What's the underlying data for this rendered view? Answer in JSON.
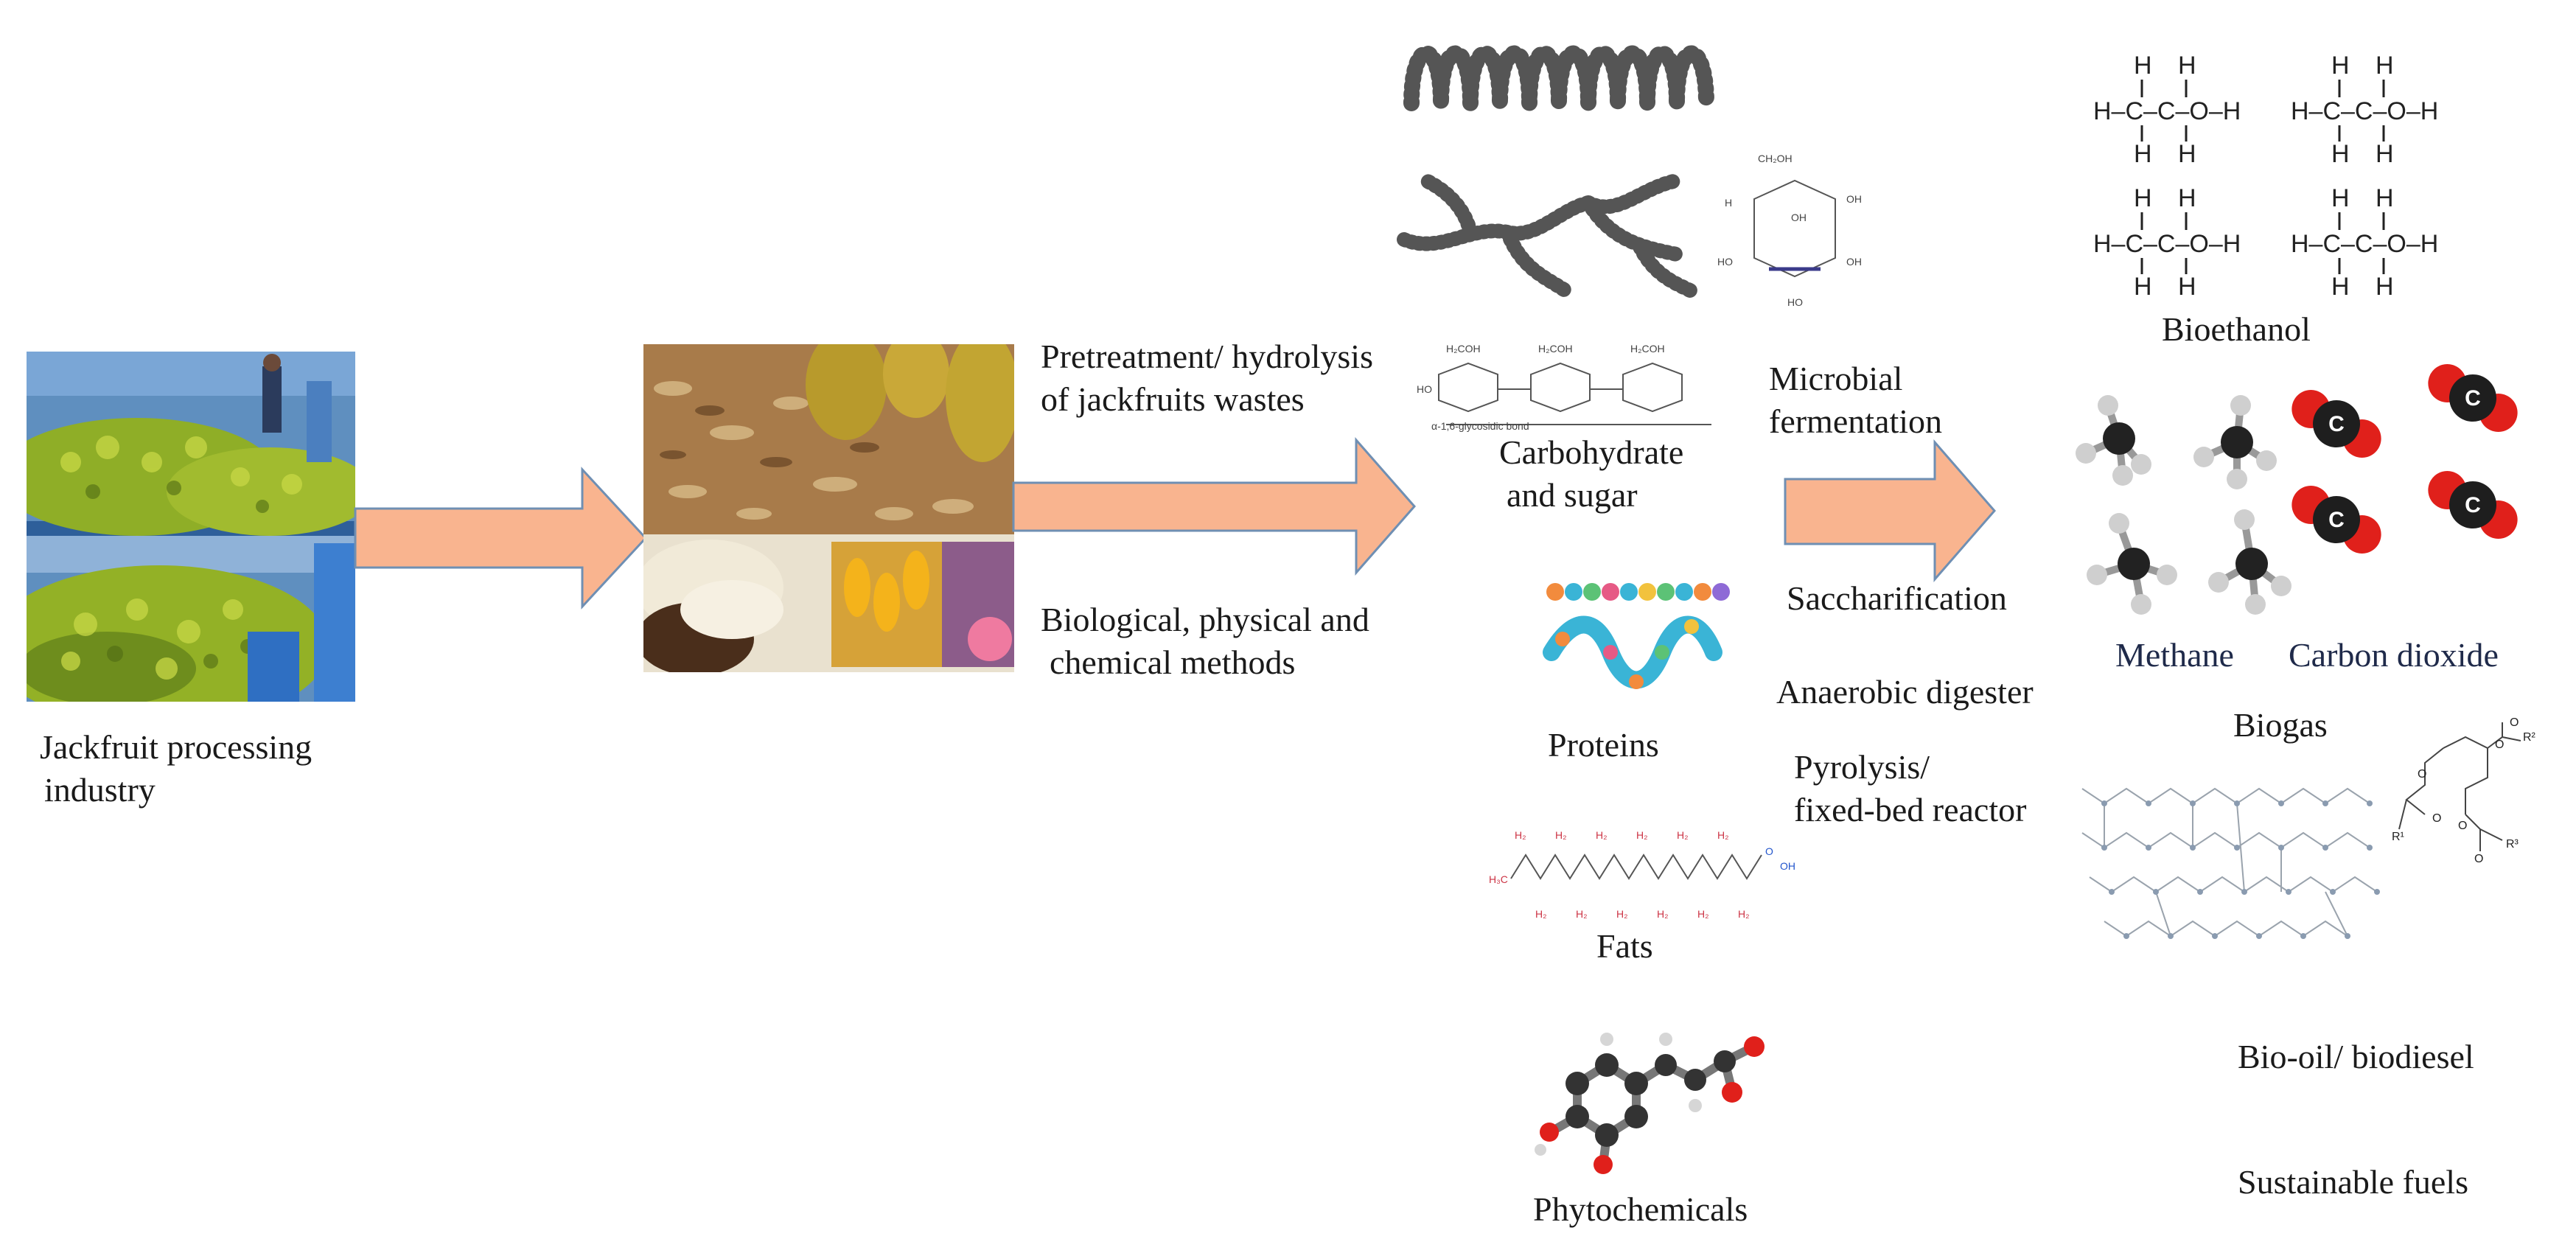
{
  "source": {
    "label_line1": "Jackfruit processing",
    "label_line2": "industry"
  },
  "pretreatment": {
    "line1": "Pretreatment/ hydrolysis",
    "line2": "of jackfruits wastes",
    "methods_line1": "Biological, physical and",
    "methods_line2": "chemical methods"
  },
  "components": {
    "carb_line1": "Carbohydrate",
    "carb_line2": "and sugar",
    "glycosidic_bond": "α-1,6-glycosidic bond",
    "proteins": "Proteins",
    "fats": "Fats",
    "phytochemicals": "Phytochemicals"
  },
  "processes": {
    "fermentation_line1": "Microbial",
    "fermentation_line2": "fermentation",
    "saccharification": "Saccharification",
    "anaerobic": "Anaerobic digester",
    "pyrolysis_line1": "Pyrolysis/",
    "pyrolysis_line2": "fixed-bed reactor"
  },
  "products": {
    "bioethanol": "Bioethanol",
    "methane": "Methane",
    "carbon_dioxide": "Carbon dioxide",
    "biogas": "Biogas",
    "biooil": "Bio-oil/ biodiesel",
    "sustainable": "Sustainable fuels"
  },
  "colors": {
    "arrow_fill": "#f9b48f",
    "arrow_stroke": "#6f8fb3",
    "oxygen": "#e0201b",
    "carbon": "#222222",
    "hydrogen": "#bdbdbd"
  }
}
